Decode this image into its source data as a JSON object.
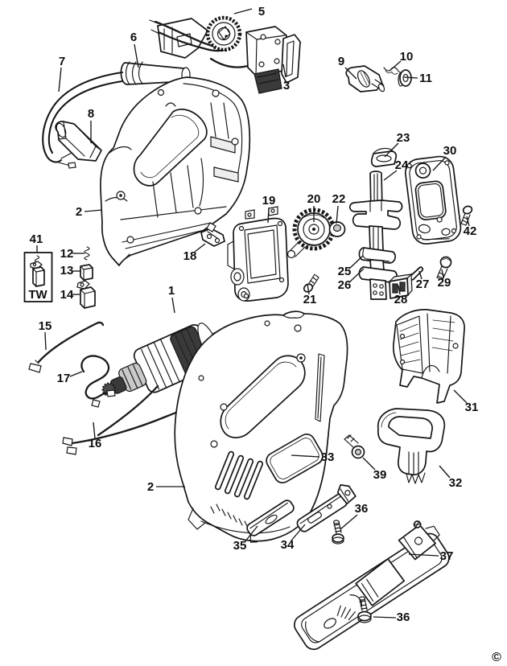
{
  "diagram": {
    "kind": "exploded-parts-diagram",
    "labels": {
      "l1": "1",
      "l2a": "2",
      "l2b": "2",
      "l3": "3",
      "l5": "5",
      "l6": "6",
      "l7": "7",
      "l8": "8",
      "l9": "9",
      "l10": "10",
      "l11": "11",
      "l12": "12",
      "l13": "13",
      "l14": "14",
      "l15": "15",
      "l16": "16",
      "l17": "17",
      "l18": "18",
      "l19": "19",
      "l20": "20",
      "l21": "21",
      "l22": "22",
      "l23": "23",
      "l24": "24",
      "l25": "25",
      "l26": "26",
      "l27": "27",
      "l28": "28",
      "l29": "29",
      "l30": "30",
      "l31": "31",
      "l32": "32",
      "l33": "33",
      "l34": "34",
      "l35": "35",
      "l36a": "36",
      "l36b": "36",
      "l37": "37",
      "l39": "39",
      "l41": "41",
      "l42": "42"
    },
    "inset_label": "TW",
    "copyright": "©"
  }
}
